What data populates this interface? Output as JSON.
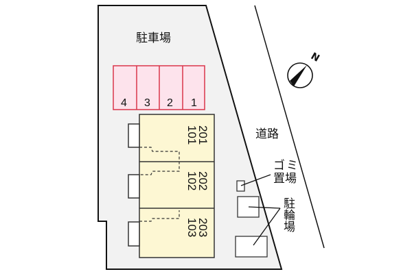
{
  "labels": {
    "parking": "駐車場",
    "road": "道路",
    "garbage": "ゴミ置場",
    "garbage_line1": "ゴミ",
    "garbage_line2": "置場",
    "bicycle": "駐輪場",
    "north": "N"
  },
  "parking_spaces": [
    "4",
    "3",
    "2",
    "1"
  ],
  "units": [
    {
      "upper": "201",
      "lower": "101"
    },
    {
      "upper": "202",
      "lower": "102"
    },
    {
      "upper": "203",
      "lower": "103"
    }
  ],
  "colors": {
    "lot_fill": "#f2f2f2",
    "parking_fill": "#fde3ec",
    "parking_stroke": "#d9354a",
    "building_fill": "#fdf7d3",
    "outline": "#111111"
  }
}
